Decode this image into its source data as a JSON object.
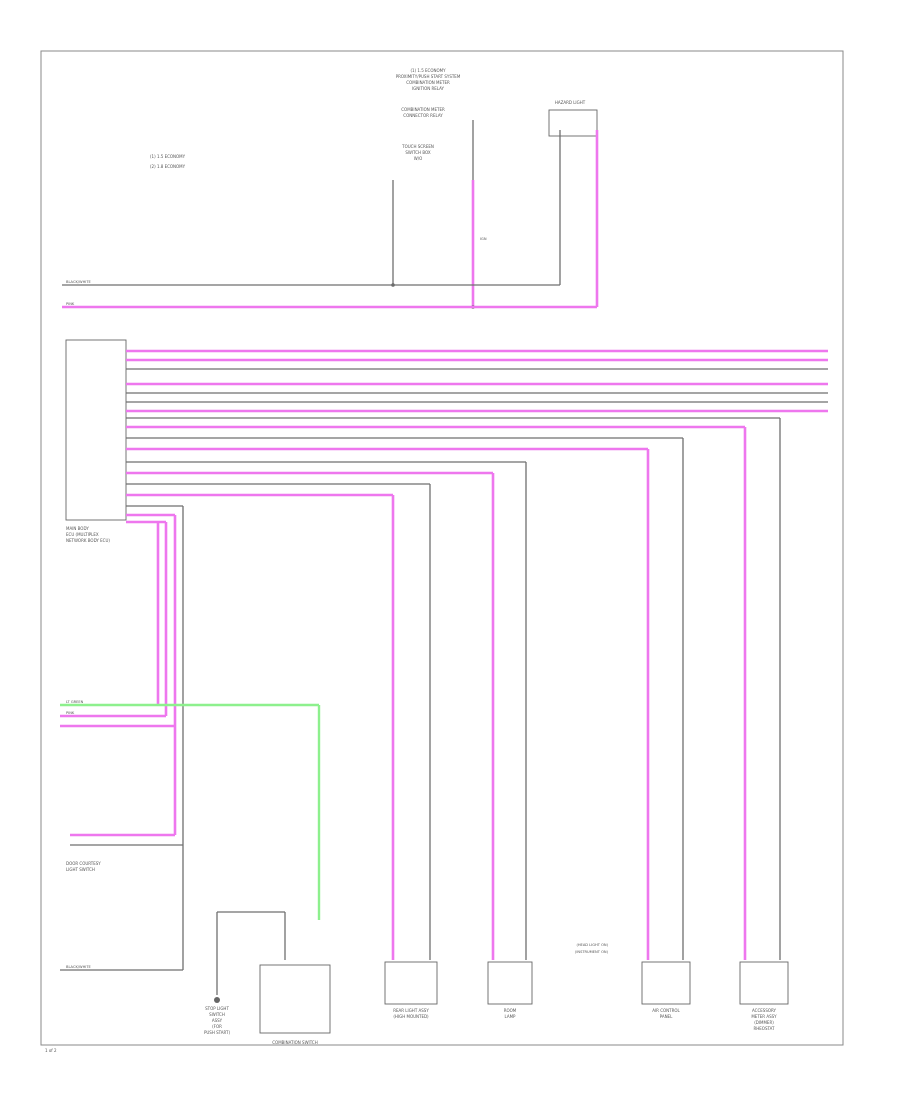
{
  "diagram": {
    "page_number": "1 of 2",
    "legend": [
      "(1) 1.5 ECONOMY",
      "(2) 1.8 ECONOMY"
    ],
    "components": {
      "top_module": [
        "(1) 1.5 ECONOMY",
        "PROXIMITY/PUSH START SYSTEM",
        "COMBINATION METER",
        "IGNITION RELAY"
      ],
      "connector_upper": [
        "COMBINATION METER",
        "CONNECTOR RELAY"
      ],
      "connector_inner": [
        "TOUCH SCREEN",
        "SWITCH BOX",
        "W/O"
      ],
      "hazard_light": "HAZARD LIGHT",
      "main_body_ecu": [
        "MAIN BODY",
        "ECU (MULTIPLEX",
        "NETWORK BODY ECU)"
      ],
      "warning_switch": [
        "DOOR COURTESY",
        "LIGHT SWITCH"
      ],
      "stop_lamp_switch": [
        "STOP LIGHT",
        "SWITCH",
        "ASSY",
        "(FOR",
        "PUSH START)"
      ],
      "combination_switch": "COMBINATION SWITCH",
      "rear_light": [
        "REAR LIGHT ASSY",
        "(HIGH MOUNTED)"
      ],
      "room_lamp": [
        "ROOM",
        "LAMP"
      ],
      "air_control_panel": [
        "AIR CONTROL",
        "PANEL"
      ],
      "accessory_meter": [
        "ACCESSORY",
        "METER ASSY",
        "(DIMMER)",
        "RHEOSTAT"
      ],
      "headlight_note": [
        "(HEAD LIGHT ON)",
        "(INSTRUMENT ON)"
      ]
    },
    "wire_labels": {
      "black": "BLACK/WHITE",
      "pink": "PINK",
      "green": "LT GREEN",
      "ign": "IGN"
    },
    "colors": {
      "gray_wire": "#6f6f6f",
      "pink_wire": "#ee77ee",
      "green_wire": "#8df08d",
      "frame": "#8a8a8a"
    }
  }
}
